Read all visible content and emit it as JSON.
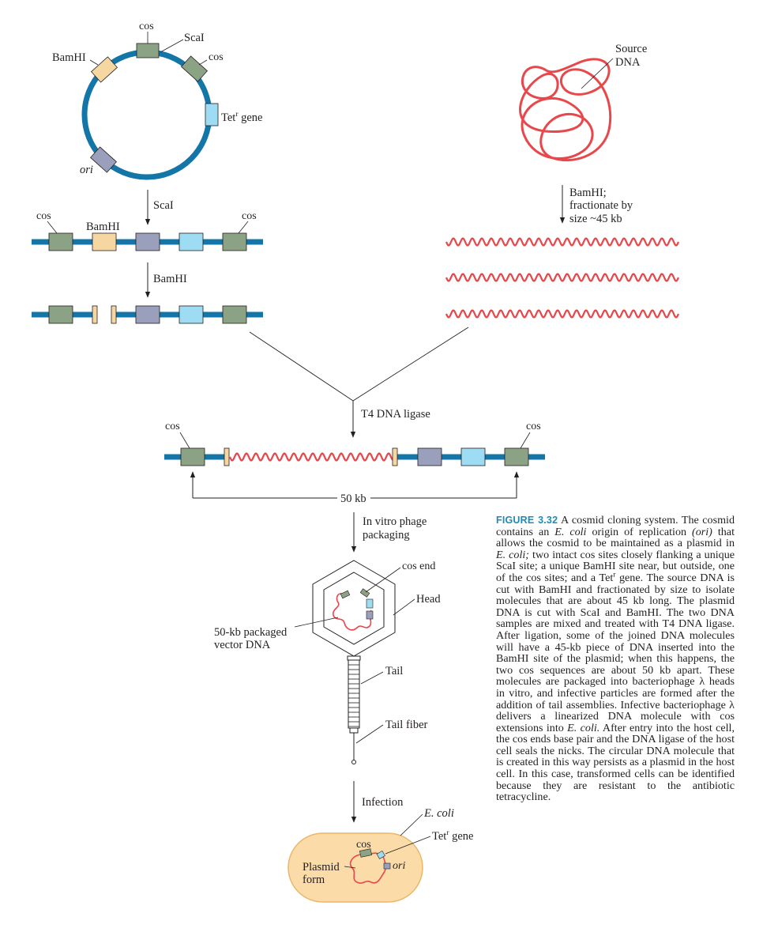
{
  "colors": {
    "backbone": "#1475a8",
    "source_dna": "#e8474b",
    "cos_site": "#8ca284",
    "bamhi_site": "#f6d7a1",
    "scai_site": "#9aa0bb",
    "tet_gene": "#9ddcf2",
    "cell_fill": "#fbdba8",
    "line": "#231f20",
    "caption_number": "#1c8cb5"
  },
  "icons": {
    "plasmid": "circular-dna-icon",
    "source_dna": "tangled-dna-icon",
    "phage": "bacteriophage-icon",
    "cell": "bacterium-cell-icon"
  },
  "plasmid": {
    "cos_top": "cos",
    "scai": "ScaI",
    "cos_right": "cos",
    "bamhi": "BamHI",
    "tet_gene": "Tet",
    "tet_sup": "r",
    "tet_suffix": " gene",
    "ori": "ori"
  },
  "steps": {
    "scai": "ScaI",
    "bamhi": "BamHI",
    "source_bamhi_1": "BamHI;",
    "source_bamhi_2": "fractionate by",
    "source_bamhi_3": "size ~45 kb",
    "ligase": "T4 DNA ligase",
    "packaging_1": "In vitro phage",
    "packaging_2": "packaging",
    "infection": "Infection"
  },
  "linear_scai": {
    "cos_left": "cos",
    "bamhi": "BamHI",
    "cos_right": "cos"
  },
  "source": {
    "label_1": "Source",
    "label_2": "DNA"
  },
  "recombinant": {
    "cos_left": "cos",
    "cos_right": "cos",
    "distance": "50 kb"
  },
  "phage": {
    "cos_end": "cos end",
    "head": "Head",
    "packaged_1": "50-kb packaged",
    "packaged_2": "vector DNA",
    "tail": "Tail",
    "tail_fiber": "Tail fiber"
  },
  "cell": {
    "ecoli": "E. coli",
    "tet_gene": "Tet",
    "tet_sup": "r",
    "tet_suffix": " gene",
    "cos": "cos",
    "ori": "ori",
    "plasmid_1": "Plasmid",
    "plasmid_2": "form"
  },
  "caption": {
    "number": "FIGURE 3.32",
    "p1": " A cosmid cloning system. The cosmid contains an ",
    "p2": "E. coli",
    "p3": " origin of replication ",
    "p4": "(ori)",
    "p5": " that allows the cosmid to be maintained as a plasmid in ",
    "p6": "E. coli;",
    "p7": " two intact cos sites closely flanking a unique ScaI site; a unique BamHI site near, but outside, one of the cos sites; and a Tet",
    "p8": "r",
    "p9": " gene. The source DNA is cut with BamHI and fractionated by size to isolate molecules that are about 45 kb long. The plasmid DNA is cut with ScaI and BamHI. The two DNA samples are mixed and treated with T4 DNA ligase. After ligation, some of the joined DNA molecules will have a 45-kb piece of DNA inserted into the BamHI site of the plasmid; when this happens, the two cos sequences are about 50 kb apart. These molecules are packaged into bacteriophage λ heads in vitro, and infective particles are formed after the addition of tail assemblies. Infective bacteriophage λ delivers a linearized DNA molecule with cos extensions into ",
    "p10": "E. coli.",
    "p11": " After entry into the host cell, the cos ends base pair and the DNA ligase of the host cell seals the nicks. The circular DNA molecule that is created in this way persists as a plasmid in the host cell. In this case, transformed cells can be identified because they are resistant to the antibiotic tetracycline."
  }
}
